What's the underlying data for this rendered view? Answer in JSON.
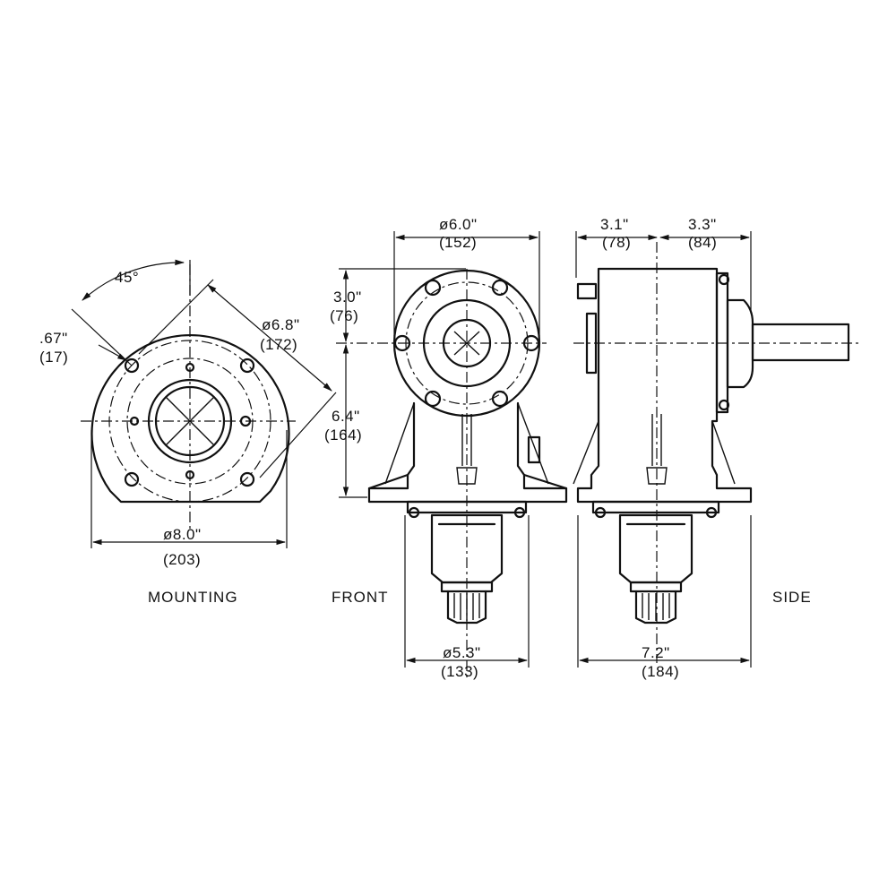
{
  "views": {
    "mounting": {
      "label": "MOUNTING",
      "angle": "45°",
      "hole_dia": ".67\"",
      "hole_dia_mm": "(17)",
      "bolt_circle": "ø6.8\"",
      "bolt_circle_mm": "(172)",
      "flange_dia": "ø8.0\"",
      "flange_dia_mm": "(203)"
    },
    "front": {
      "label": "FRONT",
      "top_dia": "ø6.0\"",
      "top_dia_mm": "(152)",
      "upper_height": "3.0\"",
      "upper_height_mm": "(76)",
      "lower_height": "6.4\"",
      "lower_height_mm": "(164)",
      "base_dia": "ø5.3\"",
      "base_dia_mm": "(133)"
    },
    "side": {
      "label": "SIDE",
      "left_width": "3.1\"",
      "left_width_mm": "(78)",
      "right_width": "3.3\"",
      "right_width_mm": "(84)",
      "base_width": "7.2\"",
      "base_width_mm": "(184)"
    }
  }
}
